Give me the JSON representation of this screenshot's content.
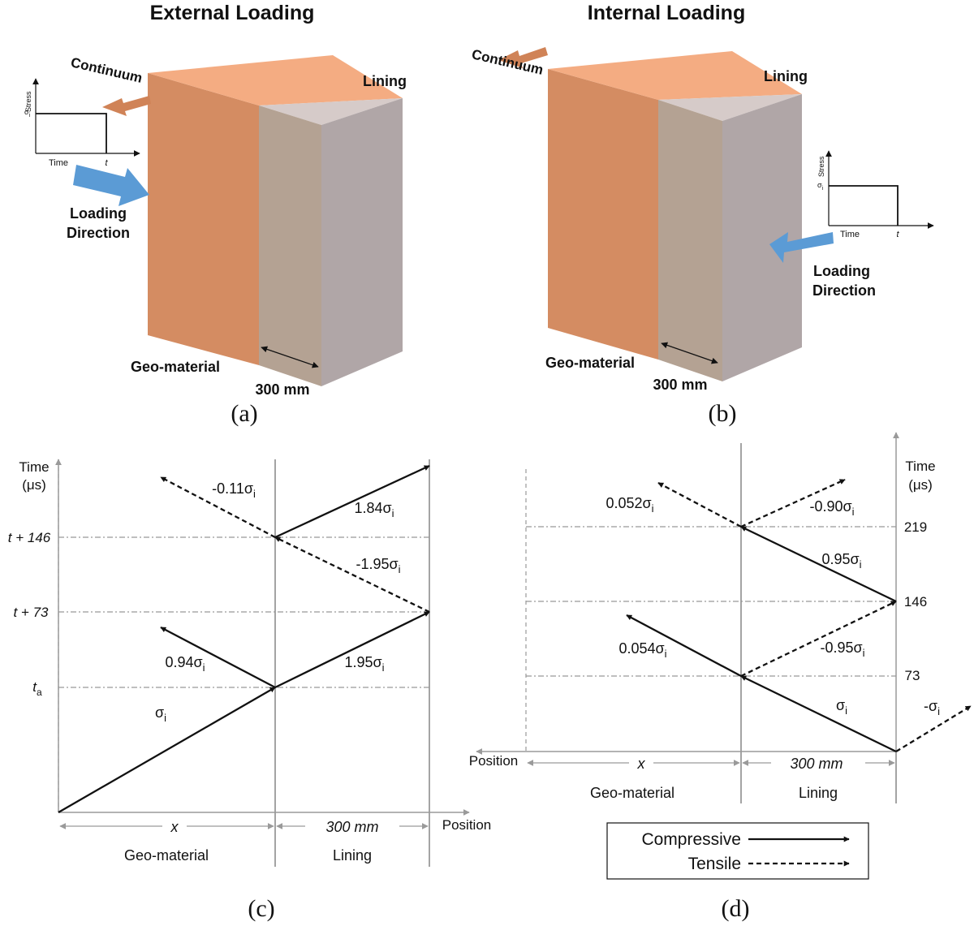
{
  "panel_a": {
    "title": "External Loading",
    "caption": "(a)",
    "continuum": "Continuum",
    "lining": "Lining",
    "geo": "Geo-material",
    "width": "300 mm",
    "loading_1": "Loading",
    "loading_2": "Direction",
    "inset": {
      "y": "Stress",
      "x": "Time",
      "amp": "σ",
      "amp_sub": "i",
      "end": "t"
    }
  },
  "panel_b": {
    "title": "Internal Loading",
    "caption": "(b)",
    "continuum": "Continuum",
    "lining": "Lining",
    "geo": "Geo-material",
    "width": "300 mm",
    "loading_1": "Loading",
    "loading_2": "Direction",
    "inset": {
      "y": "Stress",
      "x": "Time",
      "amp": "σ",
      "amp_sub": "i",
      "end": "t"
    }
  },
  "panel_c": {
    "caption": "(c)",
    "time_1": "Time",
    "time_2": "(μs)",
    "position": "Position",
    "x": "x",
    "lining_width": "300 mm",
    "geo": "Geo-material",
    "lining": "Lining",
    "ticks": {
      "t146": "t + 146",
      "t73": "t + 73",
      "ta_main": "t",
      "ta_sub": "a"
    },
    "waves": {
      "w_incident": "σ",
      "w_094": "0.94σ",
      "w_195": "1.95σ",
      "w_m195": "-1.95σ",
      "w_184": "1.84σ",
      "w_m011": "-0.11σ"
    },
    "sub": "i"
  },
  "panel_d": {
    "caption": "(d)",
    "time_1": "Time",
    "time_2": "(μs)",
    "position": "Position",
    "x": "x",
    "lining_width": "300 mm",
    "geo": "Geo-material",
    "lining": "Lining",
    "ticks": {
      "t219": "219",
      "t146": "146",
      "t73": "73"
    },
    "waves": {
      "w_incident": "σ",
      "w_mincident": "-σ",
      "w_054": "0.054σ",
      "w_m095": "-0.95σ",
      "w_095": "0.95σ",
      "w_052": "0.052σ",
      "w_m090": "-0.90σ"
    },
    "sub": "i"
  },
  "legend": {
    "compressive": "Compressive",
    "tensile": "Tensile"
  },
  "colors": {
    "geo_front": "#d48c62",
    "geo_top": "#f4ac82",
    "lining_mid": "#b4a293",
    "lining_right": "#b0a6a7",
    "lining_top": "#d6cbc9",
    "arrow_blue": "#5b9bd5",
    "arrow_orange": "#d08357"
  }
}
